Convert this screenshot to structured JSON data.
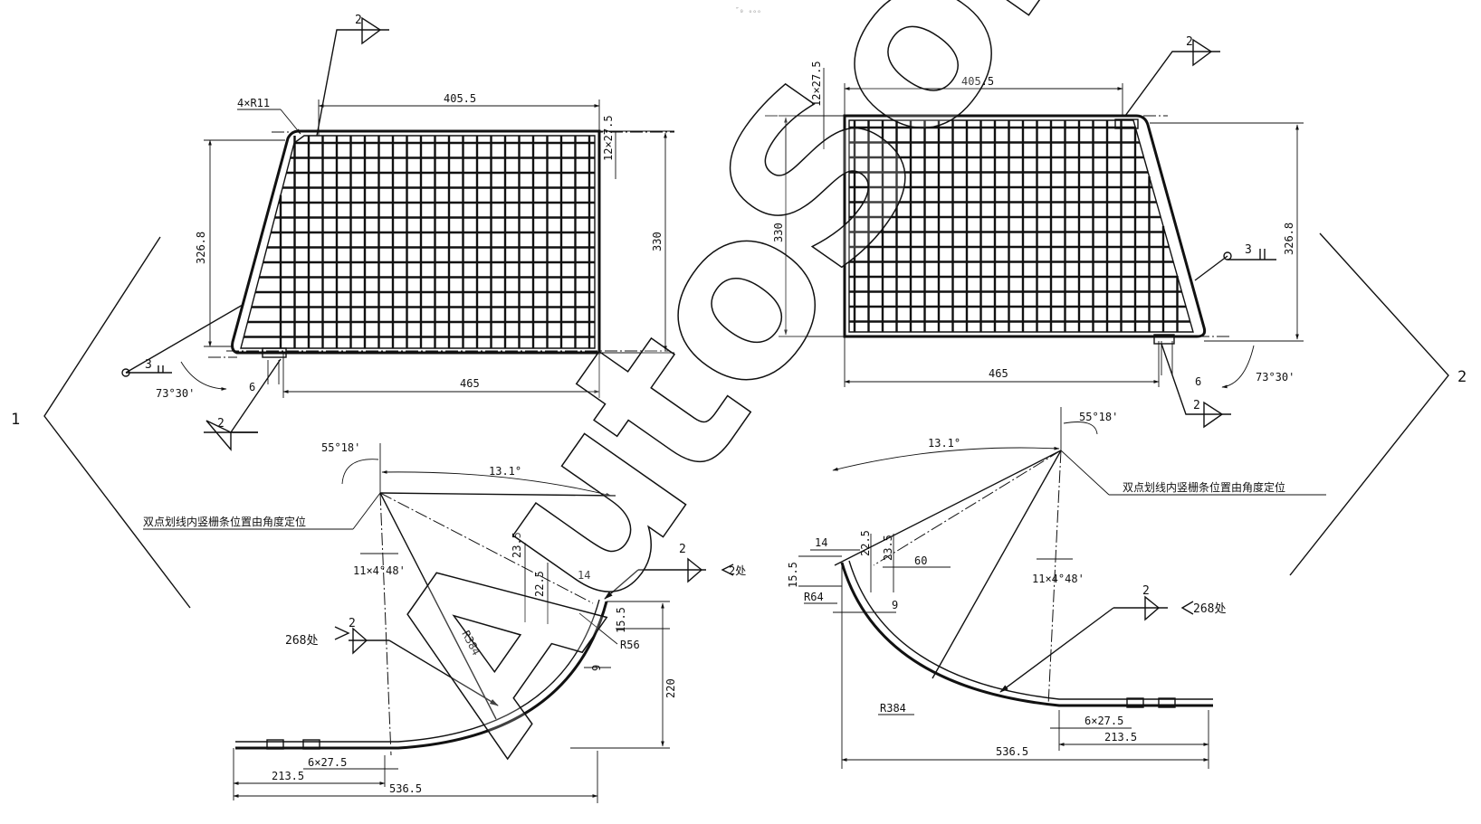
{
  "header": {
    "faint_mark": "″₀ ₒₒₒ"
  },
  "view_markers": {
    "left": "1",
    "right": "2"
  },
  "watermark": {
    "text": "AutoSoft"
  },
  "left_top": {
    "dim_top": "405.5",
    "fillet": "4×R11",
    "slot": "12×27.5",
    "height_left": "326.8",
    "height_right": "330",
    "width_bottom": "465",
    "angle": "73°30'",
    "offset": "6",
    "weld_top": "2",
    "weld_bottom": "2",
    "weld_side": "3"
  },
  "right_top": {
    "dim_top": "405.5",
    "slot": "12×27.5",
    "height_left": "330",
    "height_right": "326.8",
    "width_bottom": "465",
    "angle": "73°30'",
    "offset": "6",
    "weld_top": "2",
    "weld_bottom": "2",
    "weld_side": "3"
  },
  "left_bottom": {
    "angle_a": "55°18'",
    "angle_b": "13.1°",
    "note": "双点划线内竖栅条位置由角度定位",
    "pattern": "11×4°48'",
    "weld_count": "268处",
    "weld_num": "2",
    "weld_right": "2处",
    "weld_right_num": "2",
    "r_big": "R384",
    "r_small": "R56",
    "d_235": "23.5",
    "d_225": "22.5",
    "d_14": "14",
    "d_155": "15.5",
    "d_9": "9",
    "d_220": "220",
    "slot": "6×27.5",
    "d_2135": "213.5",
    "d_5365": "536.5"
  },
  "right_bottom": {
    "angle_a": "55°18'",
    "angle_b": "13.1°",
    "note": "双点划线内竖栅条位置由角度定位",
    "pattern": "11×4°48'",
    "weld_count": "268处",
    "weld_num": "2",
    "r_big": "R384",
    "r_small": "R64",
    "d_14": "14",
    "d_225": "22.5",
    "d_235": "23.5",
    "d_155": "15.5",
    "d_60": "60",
    "d_9": "9",
    "slot": "6×27.5",
    "d_2135": "213.5",
    "d_5365": "536.5"
  }
}
